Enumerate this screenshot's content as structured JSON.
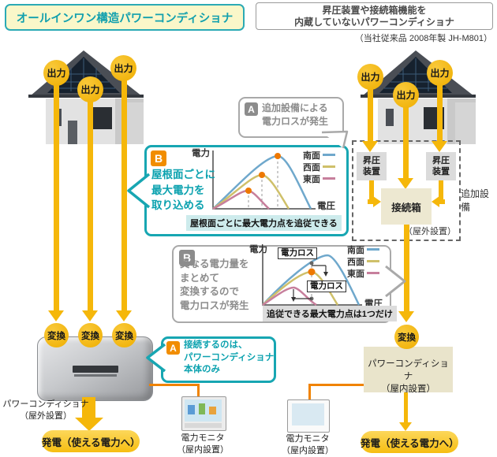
{
  "header": {
    "left_title": "オールインワン構造パワーコンディショナ",
    "right_title_1": "昇圧装置や接続箱機能を",
    "right_title_2": "内蔵していないパワーコンディショナ",
    "right_note": "（当社従来品 2008年製 JH-M801）"
  },
  "left": {
    "outputs": [
      "出力",
      "出力",
      "出力"
    ],
    "converts": [
      "変換",
      "変換",
      "変換"
    ],
    "callout_b": {
      "badge": "B",
      "lines": [
        "屋根面ごとに",
        "最大電力を",
        "取り込める"
      ],
      "caption": "屋根面ごとに最大電力点を追従できる"
    },
    "callout_a": {
      "badge": "A",
      "lines": [
        "接続するのは、",
        "パワーコンディショナ",
        "本体のみ"
      ]
    },
    "device_label": [
      "パワーコンディショナ",
      "（屋外設置）"
    ],
    "monitor_label": [
      "電力モニタ",
      "（屋内設置）"
    ],
    "generation": "発電（使える電力へ）"
  },
  "right": {
    "outputs": [
      "出力",
      "出力",
      "出力"
    ],
    "convert": "変換",
    "callout_a": {
      "badge": "A",
      "lines": [
        "追加設備による",
        "電力ロスが発生"
      ]
    },
    "callout_b": {
      "badge": "B",
      "lines": [
        "異なる電力量を",
        "まとめて",
        "変換するので",
        "電力ロスが発生"
      ],
      "caption": "追従できる最大電力点は1つだけ",
      "loss_label": "電力ロス"
    },
    "booster": [
      "昇圧",
      "装置"
    ],
    "junction": "接続箱",
    "additional": "追加設備",
    "outdoor_note": "（屋外設置）",
    "pcs_box": [
      "パワーコンディショナ",
      "（屋内設置）"
    ],
    "monitor_label": [
      "電力モニタ",
      "（屋内設置）"
    ],
    "generation": "発電（使える電力へ）"
  },
  "graph_labels": {
    "power": "電力",
    "voltage": "電圧",
    "legend": [
      "南面",
      "西面",
      "東面"
    ]
  },
  "colors": {
    "teal": "#17A6B2",
    "gold": "#F5B70A",
    "orange_badge": "#F18D00",
    "gray": "#8C8C8C",
    "south_line": "#6FA8CC",
    "west_line": "#CFC06A",
    "east_line": "#C77F9C",
    "peak_dot": "#EE7800"
  },
  "chart_data": [
    {
      "type": "line",
      "context": "オールインワン構造パワーコンディショナ",
      "xlabel": "電圧",
      "ylabel": "電力",
      "legend": [
        "南面",
        "西面",
        "東面"
      ],
      "series": [
        {
          "name": "南面",
          "color": "#6FA8CC",
          "peak": {
            "voltage_pct": 63,
            "power_pct": 90
          },
          "peak_marker": "orange-dot"
        },
        {
          "name": "西面",
          "color": "#CFC06A",
          "peak": {
            "voltage_pct": 48,
            "power_pct": 60
          },
          "peak_marker": "orange-dot"
        },
        {
          "name": "東面",
          "color": "#C77F9C",
          "peak": {
            "voltage_pct": 35,
            "power_pct": 31
          },
          "peak_marker": "orange-dot"
        }
      ],
      "caption": "屋根面ごとに最大電力点を追従できる"
    },
    {
      "type": "line",
      "context": "昇圧装置や接続箱機能を内蔵していないパワーコンディショナ",
      "xlabel": "電圧",
      "ylabel": "電力",
      "legend": [
        "南面",
        "西面",
        "東面"
      ],
      "series": [
        {
          "name": "南面",
          "color": "#6FA8CC",
          "peak": {
            "voltage_pct": 65,
            "power_pct": 88
          }
        },
        {
          "name": "西面",
          "color": "#CFC06A",
          "peak": {
            "voltage_pct": 49,
            "power_pct": 58
          }
        },
        {
          "name": "東面",
          "color": "#C77F9C",
          "peak": {
            "voltage_pct": 32,
            "power_pct": 30
          }
        }
      ],
      "tracking_point": {
        "voltage_pct": 49,
        "power_pct": 58,
        "marker": "orange-dot"
      },
      "loss_annotations": [
        "電力ロス",
        "電力ロス"
      ],
      "caption": "追従できる最大電力点は1つだけ"
    }
  ]
}
